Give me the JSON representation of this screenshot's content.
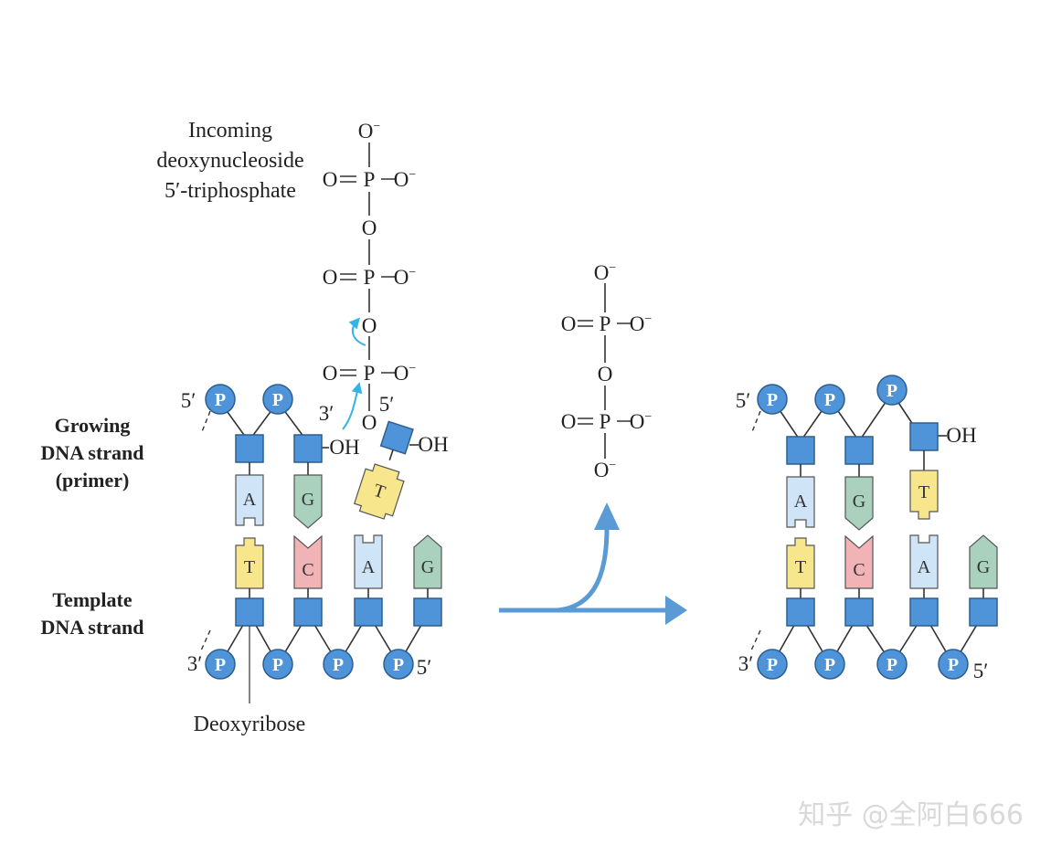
{
  "labels": {
    "incoming_line1": "Incoming",
    "incoming_line2": "deoxynucleoside",
    "incoming_line3": "5′-triphosphate",
    "growing_line1": "Growing",
    "growing_line2": "DNA strand",
    "growing_line3": "(primer)",
    "template_line1": "Template",
    "template_line2": "DNA strand",
    "deoxyribose": "Deoxyribose",
    "prime5": "5′",
    "prime3": "3′",
    "oh": "OH"
  },
  "chem": {
    "O": "O",
    "P": "P",
    "minus": "−"
  },
  "phosphate_symbol": "P",
  "bases": {
    "left_top": [
      "A",
      "G",
      "T"
    ],
    "left_bottom": [
      "T",
      "C",
      "A",
      "G"
    ],
    "right_top": [
      "A",
      "G",
      "T"
    ],
    "right_bottom": [
      "T",
      "C",
      "A",
      "G"
    ]
  },
  "watermark": "知乎 @全阿白666",
  "colors": {
    "sugar": "#4f94d8",
    "phosphate": "#4f94d8",
    "A": "#cfe4f7",
    "T": "#f7e68c",
    "G": "#a9d1bd",
    "C": "#f2b3b6",
    "arrow": "#5b9bd5",
    "curved_arrow": "#36b3e6"
  }
}
